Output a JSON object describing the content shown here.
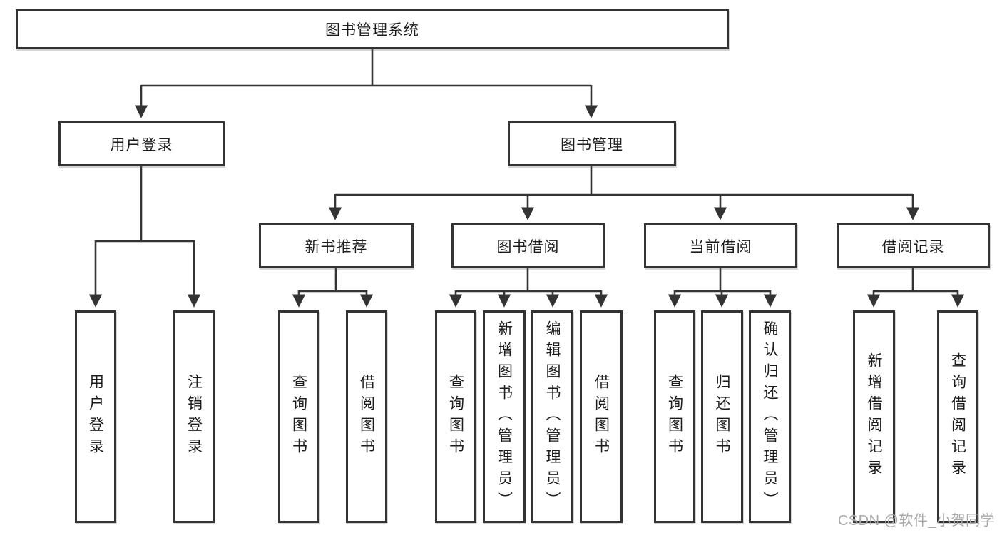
{
  "diagram_title": "图书管理系统",
  "nodes": {
    "root": {
      "label": "图书管理系统"
    },
    "user_login": {
      "label": "用户登录"
    },
    "book_management": {
      "label": "图书管理"
    },
    "user_login_leaf": {
      "label": "用户登录"
    },
    "logout_leaf": {
      "label": "注销登录"
    },
    "new_book_recommend": {
      "label": "新书推荐"
    },
    "book_borrow": {
      "label": "图书借阅"
    },
    "current_borrow": {
      "label": "当前借阅"
    },
    "borrow_records": {
      "label": "借阅记录"
    },
    "nbr_query_books": {
      "label": "查询图书"
    },
    "nbr_borrow_books": {
      "label": "借阅图书"
    },
    "bb_query_books": {
      "label": "查询图书"
    },
    "bb_add_books_admin": {
      "label": "新增图书（管理员）"
    },
    "bb_edit_books_admin": {
      "label": "编辑图书（管理员）"
    },
    "bb_borrow_books": {
      "label": "借阅图书"
    },
    "cb_query_books": {
      "label": "查询图书"
    },
    "cb_return_books": {
      "label": "归还图书"
    },
    "cb_confirm_return_admin": {
      "label": "确认归还（管理员）"
    },
    "br_add_record": {
      "label": "新增借阅记录"
    },
    "br_query_record": {
      "label": "查询借阅记录"
    }
  },
  "hierarchy": {
    "图书管理系统": {
      "用户登录": [
        "用户登录",
        "注销登录"
      ],
      "图书管理": {
        "新书推荐": [
          "查询图书",
          "借阅图书"
        ],
        "图书借阅": [
          "查询图书",
          "新增图书（管理员）",
          "编辑图书（管理员）",
          "借阅图书"
        ],
        "当前借阅": [
          "查询图书",
          "归还图书",
          "确认归还（管理员）"
        ],
        "借阅记录": [
          "新增借阅记录",
          "查询借阅记录"
        ]
      }
    }
  },
  "watermark": {
    "text": "CSDN @软件_小贺同学"
  },
  "colors": {
    "line": "#333333",
    "box_border": "#333333",
    "text": "#1c1c1c",
    "watermark": "#a9a9a9",
    "background": "#ffffff"
  }
}
